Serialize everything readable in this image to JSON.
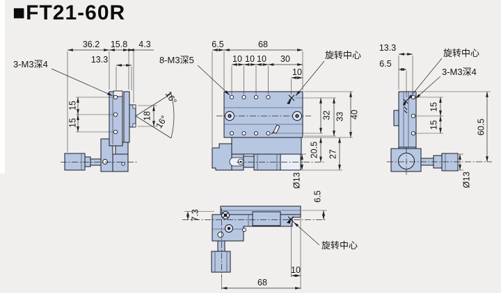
{
  "title": {
    "text": "■FT21-60R"
  },
  "side_view": {
    "thread_label": "3-M3深4",
    "d36_2": "36.2",
    "d15_8": "15.8",
    "d4_3": "4.3",
    "d13_3": "13.3",
    "d15a": "15",
    "d15b": "15",
    "d18": "18",
    "a16a": "16°",
    "a16b": "16°"
  },
  "top_view": {
    "thread_label": "8-M3深5",
    "rotation_label": "旋转中心",
    "d6_5": "6.5",
    "d68": "68",
    "d10a": "10",
    "d10b": "10",
    "d10c": "10",
    "d30": "30",
    "d10d": "10",
    "d32": "32",
    "d33": "33",
    "d40": "40",
    "d20_5": "20.5",
    "d27": "27",
    "dia13": "Ø13"
  },
  "bottom_view": {
    "rotation_label": "旋转中心",
    "d7_3": "7.3",
    "d6_5": "6.5",
    "d10": "10",
    "d68": "68"
  },
  "right_view": {
    "rotation_label": "旋转中心",
    "thread_label": "3-M3深4",
    "d13_3": "13.3",
    "d6_5": "6.5",
    "d15a": "15",
    "d15b": "15",
    "d60_5": "60.5",
    "dia13": "Ø13"
  }
}
